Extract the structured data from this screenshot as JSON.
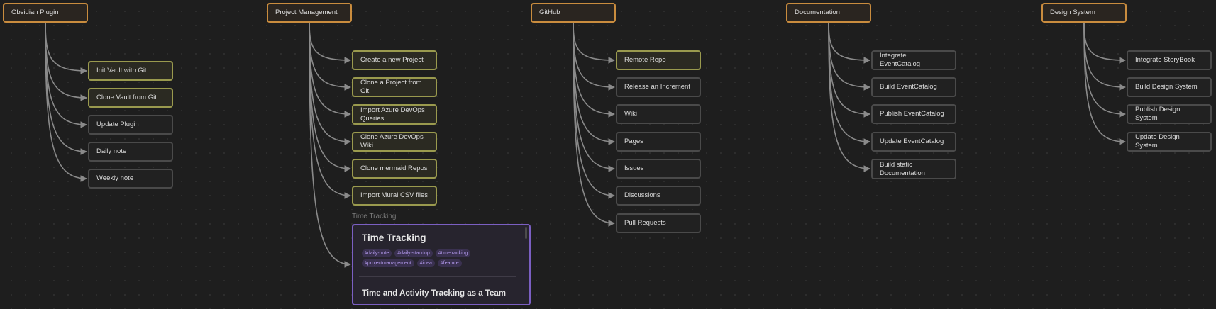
{
  "colors": {
    "background": "#1e1e1e",
    "group_border": "#c98c3e",
    "yellow_border": "#9a9a4e",
    "gray_border": "#4a4a4a",
    "card_border": "#7b5fc2",
    "edge": "#8a8a8a",
    "tag_text": "#b79df2"
  },
  "groups": {
    "obsidian": {
      "title": "Obsidian Plugin",
      "items": [
        "Init Vault with Git",
        "Clone Vault from Git",
        "Update Plugin",
        "Daily note",
        "Weekly note"
      ]
    },
    "project": {
      "title": "Project Management",
      "items": [
        "Create a new Project",
        "Clone a Project from Git",
        "Import Azure DevOps Queries",
        "Clone Azure DevOps Wiki",
        "Clone mermaid Repos",
        "Import Mural CSV files"
      ]
    },
    "github": {
      "title": "GitHub",
      "items": [
        "Remote Repo",
        "Release an Increment",
        "Wiki",
        "Pages",
        "Issues",
        "Discussions",
        "Pull Requests"
      ]
    },
    "documentation": {
      "title": "Documentation",
      "items": [
        "Integrate EventCatalog",
        "Build EventCatalog",
        "Publish EventCatalog",
        "Update EventCatalog",
        "Build static Documentation"
      ]
    },
    "design": {
      "title": "Design System",
      "items": [
        "Integrate StoryBook",
        "Build Design System",
        "Publish Design System",
        "Update Design System"
      ]
    }
  },
  "time_tracking": {
    "label": "Time Tracking",
    "title": "Time Tracking",
    "tags": [
      "#daily-note",
      "#daily-standup",
      "#timetracking",
      "#projectmanagement",
      "#idea",
      "#feature"
    ],
    "subtitle": "Time and Activity Tracking as a Team"
  }
}
